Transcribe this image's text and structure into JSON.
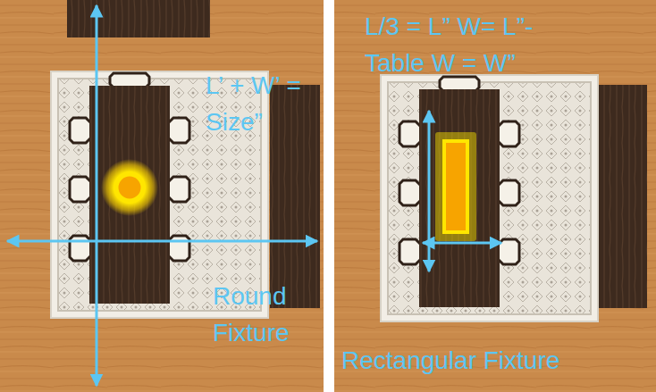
{
  "diagram": {
    "labels": [
      "L’ + W’ = Size”",
      "Round Fixture",
      "L/3 = L” W= L”- Table W = W”",
      "Rectangular Fixture"
    ]
  }
}
